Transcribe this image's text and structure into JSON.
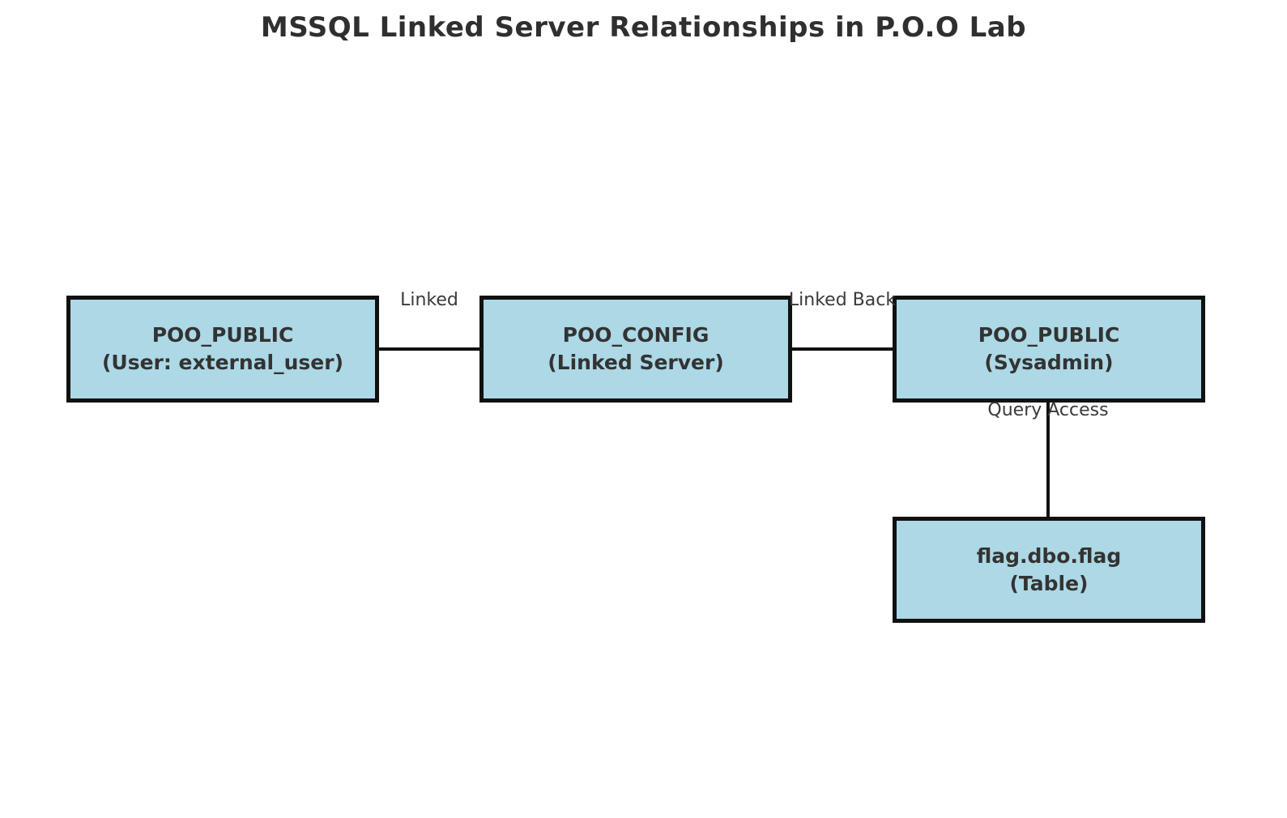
{
  "title": "MSSQL Linked Server Relationships in P.O.O Lab",
  "colors": {
    "background": "#ffffff",
    "node_fill": "#ADD8E6",
    "node_border": "#111111",
    "edge_line": "#111111",
    "text": "#333333"
  },
  "nodes": [
    {
      "id": "poo-public-external-user",
      "line1": "POO_PUBLIC",
      "line2": "(User: external_user)"
    },
    {
      "id": "poo-config-linked-server",
      "line1": "POO_CONFIG",
      "line2": "(Linked Server)"
    },
    {
      "id": "poo-public-sysadmin",
      "line1": "POO_PUBLIC",
      "line2": "(Sysadmin)"
    },
    {
      "id": "flag-dbo-flag-table",
      "line1": "flag.dbo.flag",
      "line2": "(Table)"
    }
  ],
  "edges": [
    {
      "from": "poo-public-external-user",
      "to": "poo-config-linked-server",
      "label": "Linked"
    },
    {
      "from": "poo-config-linked-server",
      "to": "poo-public-sysadmin",
      "label": "Linked Back"
    },
    {
      "from": "poo-public-sysadmin",
      "to": "flag-dbo-flag-table",
      "label": "Query Access"
    }
  ]
}
